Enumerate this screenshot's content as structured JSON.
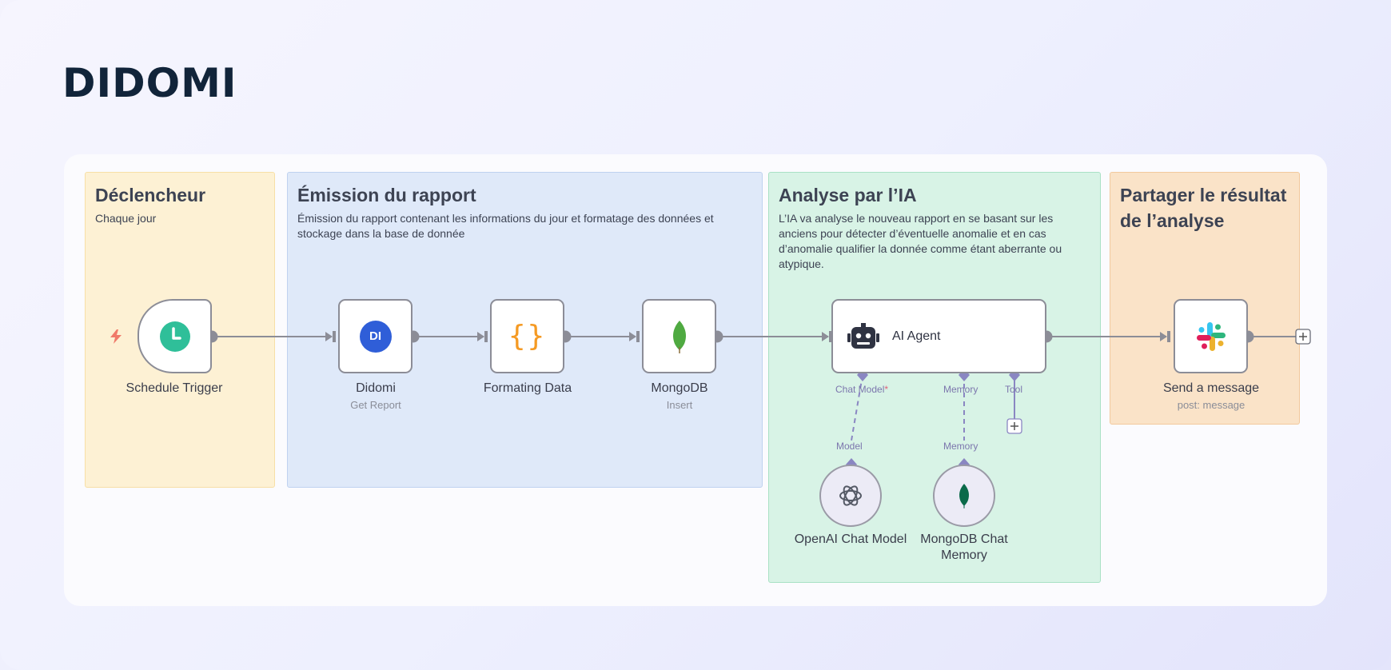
{
  "brand": {
    "logo_text": "DIDOMI"
  },
  "groups": {
    "trigger": {
      "title": "Déclencheur",
      "description": "Chaque jour"
    },
    "report": {
      "title": "Émission du rapport",
      "description": "Émission du rapport contenant les informations du jour et formatage des données et stockage dans la base de donnée"
    },
    "ai": {
      "title": "Analyse par l’IA",
      "description": "L’IA va analyse le nouveau rapport en se basant sur les anciens pour détecter d’éventuelle anomalie et en cas d’anomalie qualifier la donnée comme étant aberrante ou atypique."
    },
    "share": {
      "title": "Partager le résultat de l’analyse"
    }
  },
  "nodes": {
    "schedule": {
      "label": "Schedule Trigger",
      "icon": "clock-icon"
    },
    "didomi": {
      "label": "Didomi",
      "sublabel": "Get Report",
      "badge": "DI",
      "icon": "didomi-logo-icon"
    },
    "formatting": {
      "label": "Formating Data",
      "glyph": "{}",
      "icon": "code-braces-icon"
    },
    "mongodb": {
      "label": "MongoDB",
      "sublabel": "Insert",
      "icon": "mongodb-leaf-icon"
    },
    "agent": {
      "label": "AI Agent",
      "icon": "robot-icon"
    },
    "openai": {
      "label": "OpenAI Chat Model",
      "icon": "openai-icon"
    },
    "mongo_memory": {
      "label_line1": "MongoDB Chat",
      "label_line2": "Memory",
      "icon": "mongodb-leaf-icon"
    },
    "slack": {
      "label": "Send a message",
      "sublabel": "post: message",
      "icon": "slack-icon"
    }
  },
  "ports": {
    "chat_model": "Chat Model",
    "chat_model_required": "*",
    "memory": "Memory",
    "tool": "Tool",
    "model": "Model",
    "memory_in": "Memory"
  },
  "colors": {
    "wire": "#8c8d97",
    "sub_port": "#8a86c2",
    "trigger_bolt": "#f07a6a",
    "clock": "#2fbf99",
    "didomi": "#2f5ed8",
    "braces": "#f59a23",
    "mongo_leaf": "#4faa41",
    "memory_leaf": "#0b6a4a"
  }
}
